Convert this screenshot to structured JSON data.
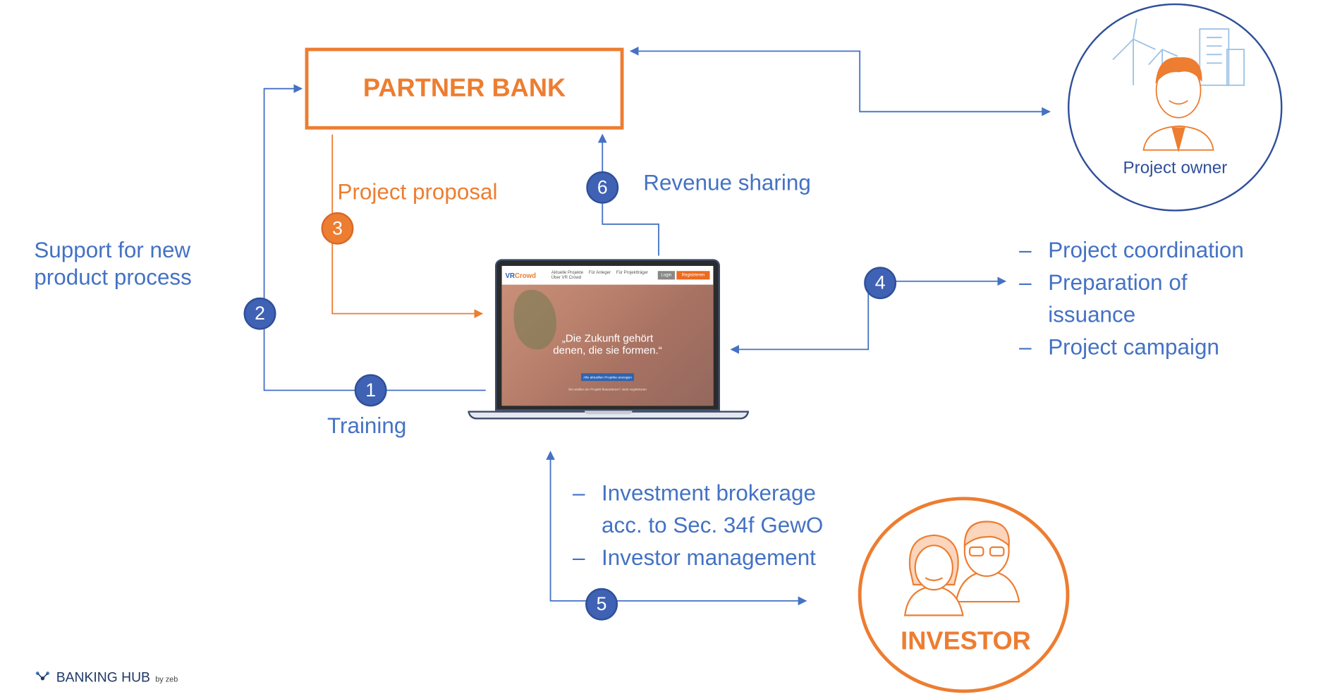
{
  "partner_bank": {
    "title": "PARTNER BANK"
  },
  "steps": {
    "s1": {
      "number": "1",
      "label": "Training"
    },
    "s2": {
      "number": "2",
      "label_lines": [
        "Support for new",
        "product process"
      ]
    },
    "s3": {
      "number": "3",
      "label": "Project proposal"
    },
    "s4": {
      "number": "4",
      "items": [
        "Project coordination",
        "Preparation of",
        "issuance",
        "Project campaign"
      ]
    },
    "s5": {
      "number": "5",
      "items": [
        "Investment brokerage",
        "acc. to Sec. 34f GewO",
        "Investor management"
      ]
    },
    "s6": {
      "number": "6",
      "label": "Revenue sharing"
    }
  },
  "project_owner": {
    "label": "Project owner",
    "icon": "businessman-with-city-icon"
  },
  "investor": {
    "label": "INVESTOR",
    "icon": "couple-investors-icon"
  },
  "platform_screenshot": {
    "logo_main": "VR",
    "logo_accent": "Crowd",
    "nav_items": [
      "Aktuelle Projekte",
      "Für Anleger",
      "Für Projektträger",
      "Über VR Crowd"
    ],
    "login": "Login",
    "register": "Registrieren",
    "quote_lines": [
      "„Die Zukunft gehört",
      "denen, die sie formen.“"
    ],
    "cta": "Alle aktuellen Projekte anzeigen",
    "sub": "Sie wollen ein Projekt finanzieren? Jetzt registrieren"
  },
  "footer": {
    "brand": "BANKING HUB",
    "by": "by zeb"
  },
  "colors": {
    "blue": "#4472c4",
    "dark_blue": "#2f4f9a",
    "orange": "#ed7d31"
  }
}
